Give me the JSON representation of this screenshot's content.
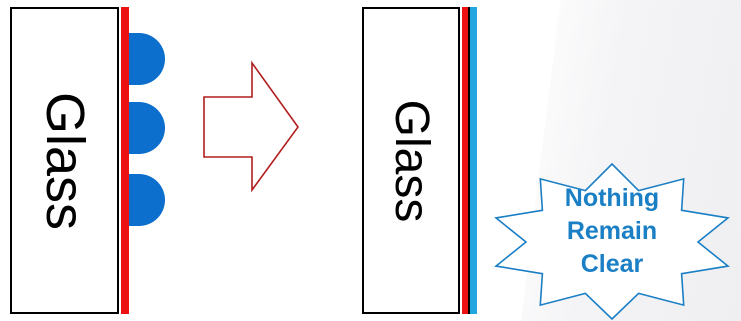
{
  "diagram": {
    "before": {
      "glass_label": "Glass",
      "droplet_count": 3
    },
    "after": {
      "glass_label": "Glass"
    },
    "badge": {
      "lines": [
        "Nothing",
        "Remain",
        "Clear"
      ]
    },
    "colors": {
      "glass_border": "#000000",
      "red_layer": "#ee1111",
      "blue_layer": "#22a6e0",
      "droplet": "#0d6fcd",
      "arrow_stroke": "#b01e1e",
      "badge_stroke": "#1a7fc4",
      "badge_text": "#1a7fc4"
    },
    "icons": {
      "arrow": "right-arrow-outline-icon",
      "badge": "starburst-icon"
    }
  }
}
